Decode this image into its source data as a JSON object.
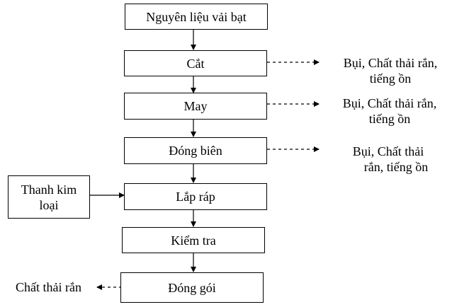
{
  "steps": [
    {
      "label": "Nguyên liệu vải bạt"
    },
    {
      "label": "Cắt"
    },
    {
      "label": "May"
    },
    {
      "label": "Đóng biên"
    },
    {
      "label": "Lắp ráp"
    },
    {
      "label": "Kiểm tra"
    },
    {
      "label": "Đóng gói"
    }
  ],
  "input": {
    "line1": "Thanh kim",
    "line2": "loại"
  },
  "outputs": {
    "cut": {
      "line1": "Bụi, Chất thải rắn,",
      "line2": "tiếng ồn"
    },
    "sew": {
      "line1": "Bụi, Chất thải rắn,",
      "line2": "tiếng ồn"
    },
    "hem": {
      "line1": "Bụi, Chất thải",
      "line2": "rắn, tiếng ồn"
    },
    "pack": {
      "label": "Chất thải rắn"
    }
  }
}
